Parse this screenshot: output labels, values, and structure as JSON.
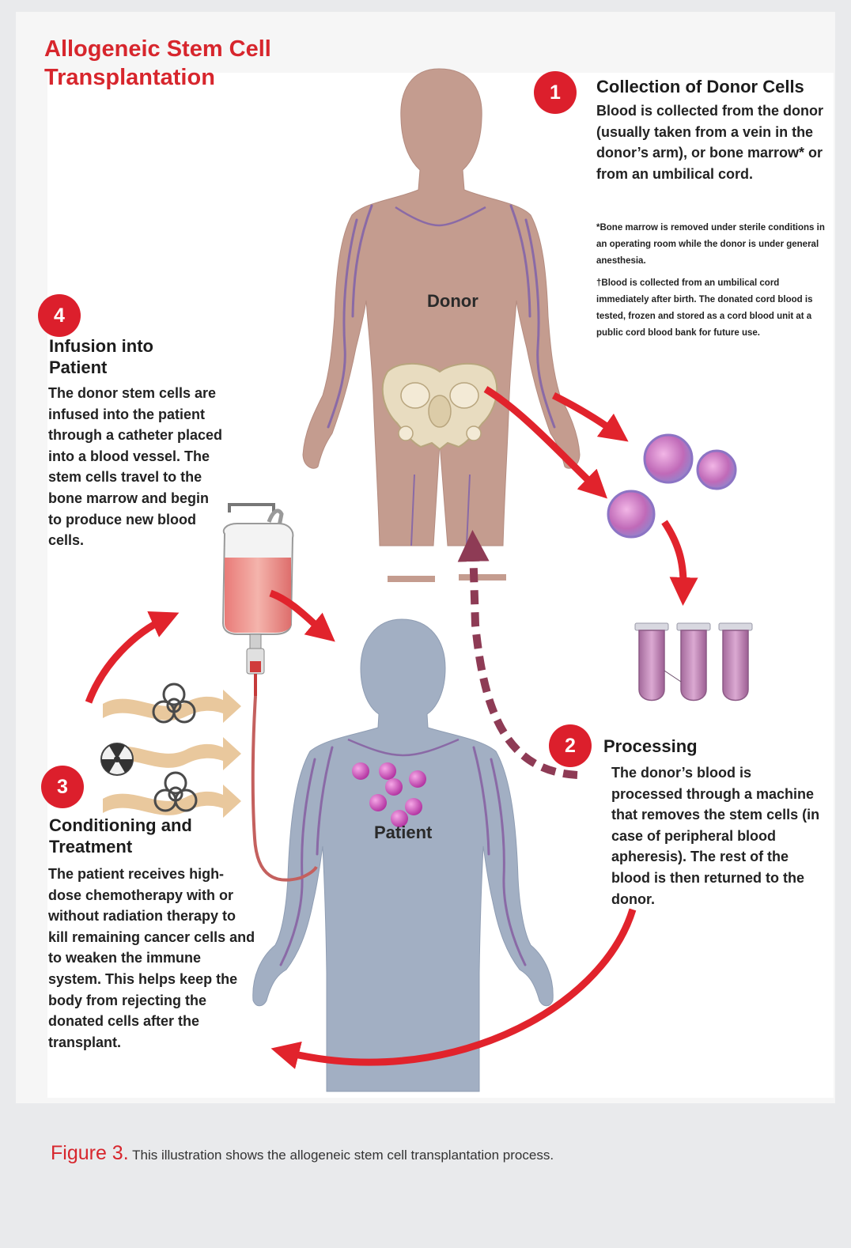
{
  "title": "Allogeneic Stem Cell Transplantation",
  "steps": [
    {
      "number": "1",
      "heading": "Collection of Donor Cells",
      "body": "Blood is collected from the donor (usually taken from a vein in the donor’s arm), or bone marrow* or from an umbilical cord.",
      "notes": [
        "*Bone marrow is removed under sterile conditions in an operating room while the donor is under general anesthesia.",
        "†Blood is collected from an umbilical cord immediately after birth. The donated cord blood is tested, frozen and stored as a cord blood unit at a public cord blood bank for future use."
      ]
    },
    {
      "number": "2",
      "heading": "Processing",
      "body": "The donor’s blood is processed through a machine that removes the stem cells (in case of peripheral blood apheresis). The rest of the blood is then returned to the donor."
    },
    {
      "number": "3",
      "heading": "Conditioning and Treatment",
      "body": "The patient receives high-dose chemotherapy with or without radiation therapy to kill remaining cancer cells and to weaken the immune system. This helps keep the body from rejecting the donated cells after the transplant."
    },
    {
      "number": "4",
      "heading": "Infusion into Patient",
      "body": "The donor stem cells are infused into the patient through a catheter placed into a blood vessel. The stem cells travel to the bone marrow and begin to produce new blood cells."
    }
  ],
  "labels": {
    "donor": "Donor",
    "patient": "Patient"
  },
  "caption": {
    "label": "Figure 3.",
    "text": "This illustration shows the allogeneic stem cell transplantation process."
  },
  "colors": {
    "accent": "#d7262d",
    "donor_skin": "#c49c8f",
    "patient_skin": "#a2afc3",
    "veins": "#8a6aa6",
    "cells": "#b34fa6",
    "return_arrow": "#8e3b55",
    "blood_bag": "#e88a86",
    "conditioning_wave": "#e9c89d"
  },
  "icons": [
    "biohazard-icon",
    "radiation-icon",
    "iv-bag-icon",
    "test-tube-icon",
    "stem-cell-icon",
    "pelvis-icon"
  ]
}
